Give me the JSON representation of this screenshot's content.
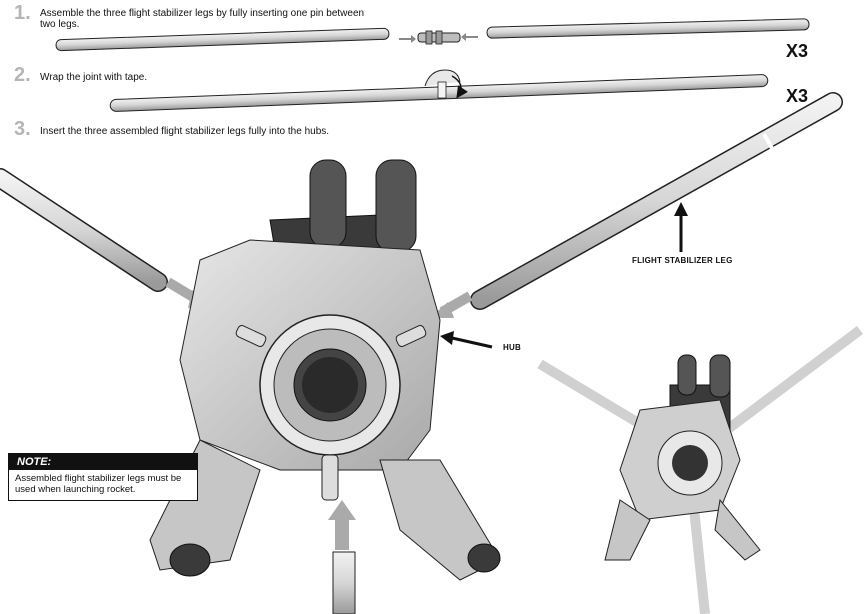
{
  "steps": [
    {
      "number": "1.",
      "text": "Assemble the three flight stabilizer legs by fully inserting one pin between two legs."
    },
    {
      "number": "2.",
      "text": "Wrap the joint with tape."
    },
    {
      "number": "3.",
      "text": "Insert the three assembled flight stabilizer legs fully into the hubs."
    }
  ],
  "quantity_labels": [
    "X3",
    "X3"
  ],
  "callouts": {
    "leg": "FLIGHT STABILIZER LEG",
    "hub": "HUB"
  },
  "note": {
    "title": "NOTE:",
    "body": "Assembled flight stabilizer legs must be used when launching rocket."
  },
  "colors": {
    "tube": "#d9d9d9",
    "tube_outline": "#222222",
    "device_body": "#cfcfcf",
    "device_dark": "#3a3a3a",
    "step_number": "#b5b5b5"
  }
}
